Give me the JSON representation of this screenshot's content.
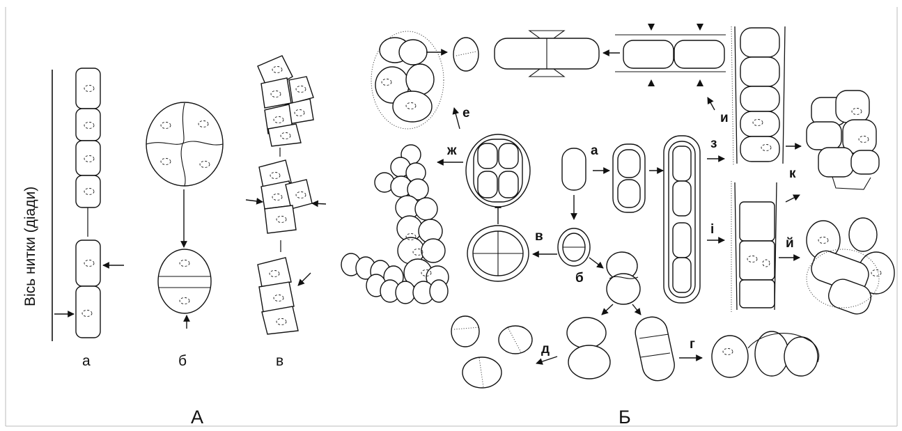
{
  "panel_A": {
    "caption": "А",
    "axis_label": "Вісь нитки (діади)",
    "sublabels": {
      "a": "а",
      "b": "б",
      "v": "в"
    }
  },
  "panel_B": {
    "caption": "Б",
    "labels": {
      "a": "а",
      "b": "б",
      "v": "в",
      "g": "г",
      "d": "д",
      "e": "е",
      "zh": "ж",
      "z": "з",
      "i": "і",
      "y": "й",
      "k": "к",
      "y2": "и"
    }
  }
}
